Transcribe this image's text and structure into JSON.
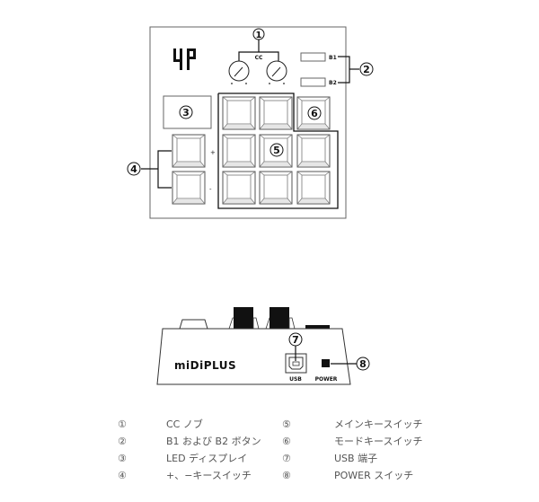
{
  "diagram": {
    "title": "",
    "top_view": {
      "logo": "4P",
      "knob_group_label": "CC",
      "button_labels": [
        "B1",
        "B2"
      ],
      "plus_label": "+",
      "minus_label": "-",
      "callouts": {
        "c1": "1",
        "c2": "2",
        "c3": "3",
        "c4": "4",
        "c5": "5",
        "c6": "6"
      }
    },
    "side_view": {
      "brand": "miDiPLUS",
      "usb_label": "USB",
      "power_label": "POWER",
      "callouts": {
        "c7": "7",
        "c8": "8"
      }
    },
    "legend": [
      {
        "num": "①",
        "label": "CC ノブ"
      },
      {
        "num": "②",
        "label": "B1 および B2 ボタン"
      },
      {
        "num": "③",
        "label": "LED ディスプレイ"
      },
      {
        "num": "④",
        "label": "+、−キースイッチ"
      },
      {
        "num": "⑤",
        "label": "メインキースイッチ"
      },
      {
        "num": "⑥",
        "label": "モードキースイッチ"
      },
      {
        "num": "⑦",
        "label": "USB 端子"
      },
      {
        "num": "⑧",
        "label": "POWER スイッチ"
      }
    ]
  }
}
